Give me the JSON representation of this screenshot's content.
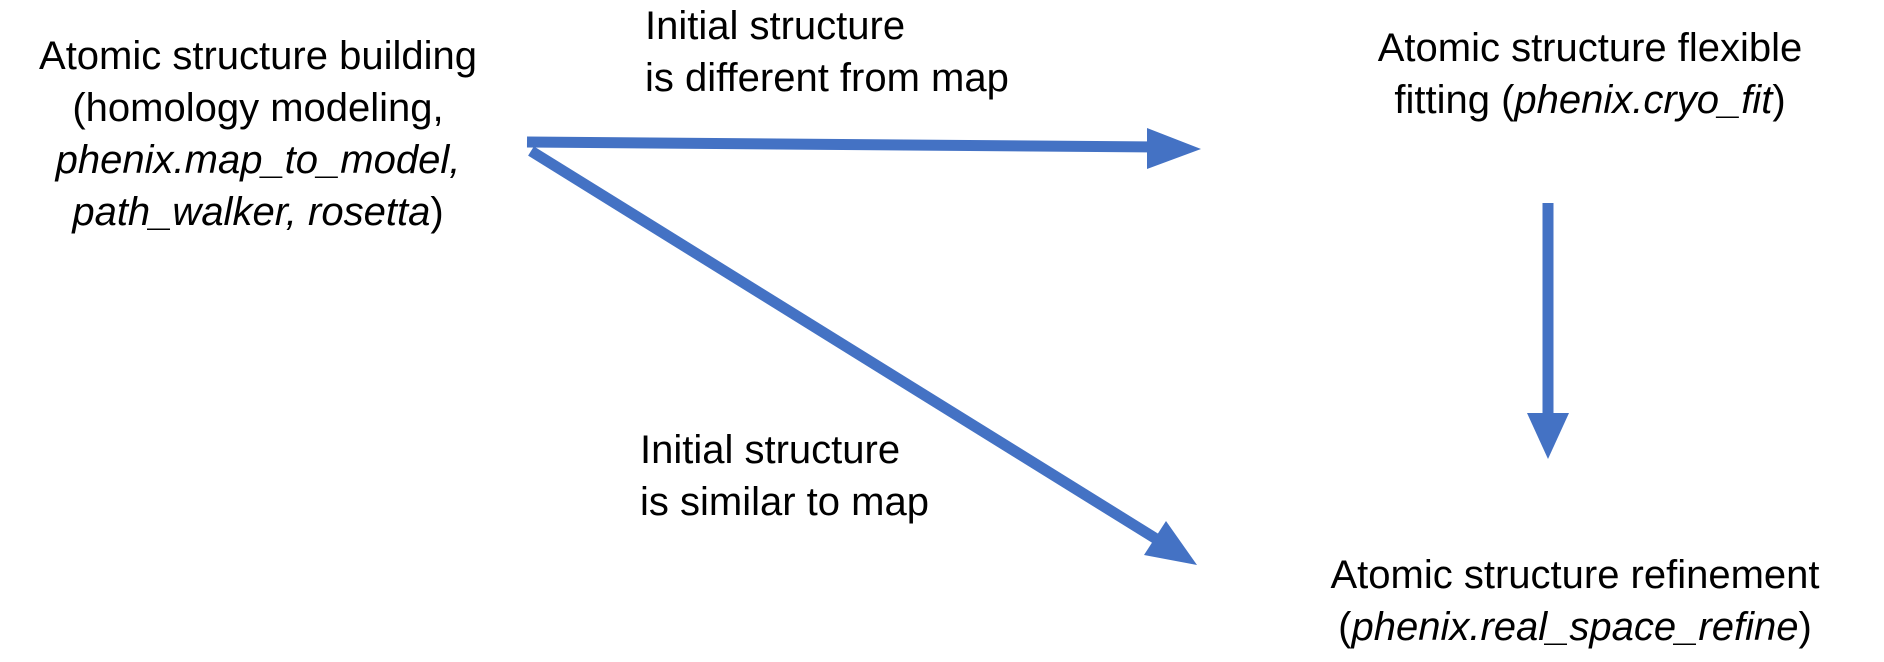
{
  "diagram": {
    "background": "#ffffff",
    "text_color": "#000000",
    "arrow_color": "#4472c4"
  },
  "nodes": {
    "building": {
      "line1": "Atomic structure building",
      "line2": "(homology modeling,",
      "line3_italic": "phenix.map_to_model,",
      "line4_italic": "path_walker, rosetta",
      "line4_close": ")"
    },
    "fitting": {
      "line1": "Atomic structure flexible",
      "line2_pre": "fitting (",
      "line2_italic": "phenix.cryo_fit",
      "line2_close": ")"
    },
    "refinement": {
      "line1": "Atomic structure refinement",
      "line2_pre": "(",
      "line2_italic": "phenix.real_space_refine",
      "line2_close": ")"
    }
  },
  "edges": {
    "different": {
      "from": "building",
      "to": "fitting",
      "label_line1": "Initial structure",
      "label_line2": "is different from map"
    },
    "similar": {
      "from": "building",
      "to": "refinement",
      "label_line1": "Initial structure",
      "label_line2": "is similar to map"
    },
    "fitting_to_refinement": {
      "from": "fitting",
      "to": "refinement"
    }
  }
}
